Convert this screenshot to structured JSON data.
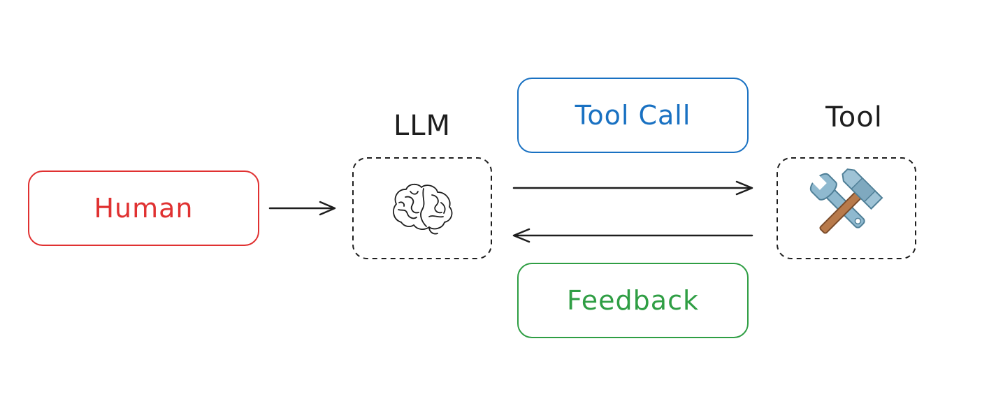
{
  "diagram": {
    "nodes": {
      "human": {
        "label": "Human",
        "color": "#e03131"
      },
      "llm": {
        "label": "LLM",
        "icon": "brain-icon",
        "border_style": "dashed"
      },
      "tool": {
        "label": "Tool",
        "icon": "hammer-and-wrench-icon",
        "border_style": "dashed"
      }
    },
    "messages": {
      "tool_call": {
        "label": "Tool Call",
        "color": "#1971c2"
      },
      "feedback": {
        "label": "Feedback",
        "color": "#2f9e44"
      }
    },
    "edges": [
      {
        "from": "human",
        "to": "llm"
      },
      {
        "from": "llm",
        "to": "tool"
      },
      {
        "from": "tool",
        "to": "llm"
      }
    ],
    "line_color": "#1e1e1e"
  }
}
